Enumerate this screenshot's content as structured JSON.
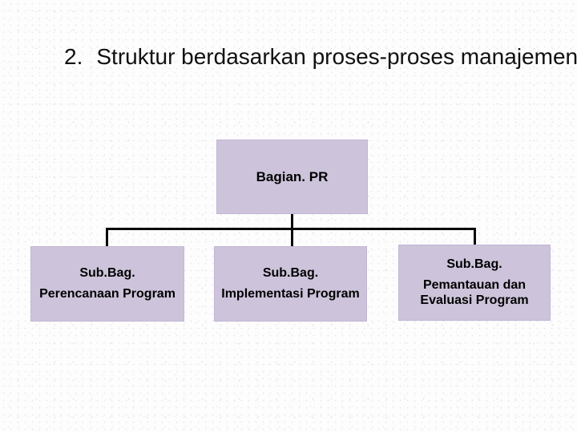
{
  "slide": {
    "title": {
      "number": "2.",
      "text": "Struktur berdasarkan proses-proses manajemen"
    },
    "org_chart": {
      "root": {
        "label": "Bagian. PR"
      },
      "children": [
        {
          "title": "Sub.Bag.",
          "name": "Perencanaan Program"
        },
        {
          "title": "Sub.Bag.",
          "name": "Implementasi Program"
        },
        {
          "title": "Sub.Bag.",
          "name": "Pemantauan dan Evaluasi Program"
        }
      ]
    },
    "colors": {
      "box_fill": "#CDC4DB",
      "box_border": "#C2B7D4",
      "connector_line": "#0A0A0A",
      "text": "#000000",
      "background": "#FDFDFD"
    }
  }
}
